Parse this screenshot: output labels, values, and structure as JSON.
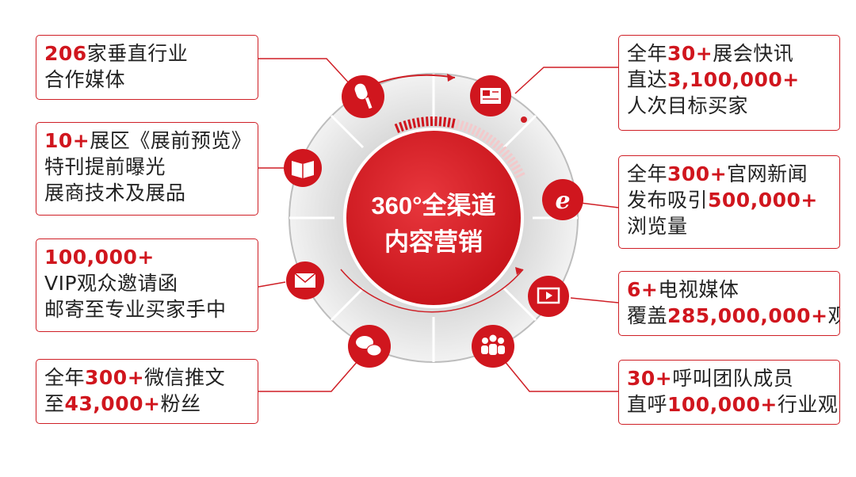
{
  "center": {
    "line1": "360°全渠道",
    "line2": "内容营销"
  },
  "colors": {
    "brand_red": "#d0161e",
    "border_red": "#cf1f26",
    "gray": "#c9c9c9"
  },
  "channels": [
    {
      "id": "media",
      "icon": "microphone-icon",
      "lines": [
        {
          "hl": "206",
          "text": "家垂直行业"
        },
        {
          "hl": "",
          "text": "合作媒体"
        }
      ]
    },
    {
      "id": "preview",
      "icon": "book-icon",
      "lines": [
        {
          "hl": "10+",
          "text": "展区《展前预览》"
        },
        {
          "hl": "",
          "text": "特刊提前曝光"
        },
        {
          "hl": "",
          "text": "展商技术及展品"
        }
      ]
    },
    {
      "id": "vip",
      "icon": "envelope-icon",
      "lines": [
        {
          "hl": "100,000+",
          "text": ""
        },
        {
          "hl": "",
          "text": "VIP观众邀请函"
        },
        {
          "hl": "",
          "text": "邮寄至专业买家手中"
        }
      ]
    },
    {
      "id": "wechat",
      "icon": "wechat-icon",
      "lines": [
        {
          "pre": "全年",
          "hl": "300+",
          "text": "微信推文"
        },
        {
          "pre": "至",
          "hl": "43,000+",
          "text": "粉丝"
        }
      ]
    },
    {
      "id": "newsletter",
      "icon": "newspaper-icon",
      "lines": [
        {
          "pre": "全年",
          "hl": "30+",
          "text": "展会快讯"
        },
        {
          "pre": "直达",
          "hl": "3,100,000+",
          "text": ""
        },
        {
          "hl": "",
          "text": "人次目标买家"
        }
      ]
    },
    {
      "id": "web",
      "icon": "browser-icon",
      "lines": [
        {
          "pre": "全年",
          "hl": "300+",
          "text": "官网新闻"
        },
        {
          "pre": "发布吸引",
          "hl": "500,000+",
          "text": ""
        },
        {
          "hl": "",
          "text": "浏览量"
        }
      ]
    },
    {
      "id": "tv",
      "icon": "tv-icon",
      "lines": [
        {
          "hl": "6+",
          "text": "电视媒体"
        },
        {
          "pre": "覆盖",
          "hl": "285,000,000+",
          "text": "观众"
        }
      ]
    },
    {
      "id": "callcenter",
      "icon": "people-icon",
      "lines": [
        {
          "hl": "30+",
          "text": "呼叫团队成员"
        },
        {
          "pre": "直呼",
          "hl": "100,000+",
          "text": "行业观众"
        }
      ]
    }
  ]
}
